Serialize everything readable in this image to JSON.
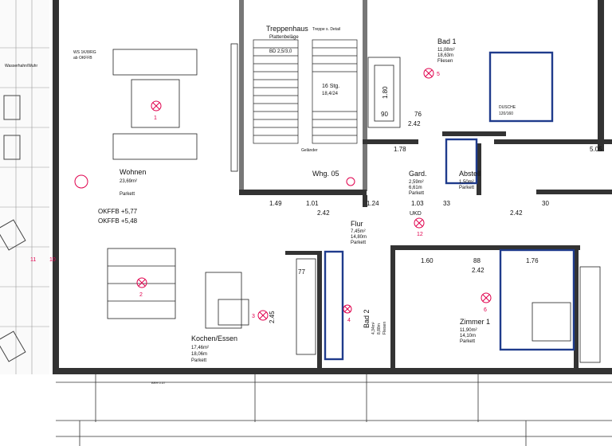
{
  "colors": {
    "wall": "#333333",
    "annotation_red": "#e0004d",
    "fixture_blue": "#1f3b8c",
    "background": "#ffffff"
  },
  "rooms": [
    {
      "name": "Wohnen",
      "area": "23,69m²",
      "perimeter": "Parkett"
    },
    {
      "name": "Kochen/Essen",
      "area": "17,46m²",
      "perimeter": "18,06m",
      "floor": "Parkett"
    },
    {
      "name": "Treppenhaus",
      "sub": "Plattenbeläge"
    },
    {
      "name": "Bad 1",
      "area": "11,08m²",
      "perimeter": "18,63m",
      "floor": "Fliesen"
    },
    {
      "name": "Gard.",
      "area": "2,59m²",
      "perimeter": "6,61m",
      "floor": "Parkett"
    },
    {
      "name": "Abstell",
      "area": "1,50m²",
      "floor": "Parkett"
    },
    {
      "name": "Flur",
      "area": "7,45m²",
      "perimeter": "14,80m",
      "floor": "Parkett"
    },
    {
      "name": "Bad 2",
      "area": "4,34m²",
      "perimeter": "8,88m",
      "floor": "Fliesen"
    },
    {
      "name": "Zimmer 1",
      "area": "11,90m²",
      "perimeter": "14,10m",
      "floor": "Parkett"
    }
  ],
  "labels": {
    "unit": "Whg. 05",
    "stairs": "16 Stg.",
    "stairs_ratio": "18,4/24",
    "bd": "BD 2,5/3,0",
    "dusche": "DUSCHE",
    "dusche_size": "120/160",
    "ukd": "UKD",
    "geländer": "Geländer",
    "wasserhahn": "Wasserhahn/Wuhr",
    "okffb1": "OKFFB +5,77",
    "okffb2": "OKFFB +5,48",
    "ws": "WS 1K/8/RG",
    "ab_okffb": "ab OKFFB",
    "brh": "BRH 0.37",
    "treppe_s": "Treppe s. Detail"
  },
  "dimensions": {
    "d1_49": "1.49",
    "d1_01": "1.01",
    "d2_42a": "2.42",
    "d1_24": "1.24",
    "d1_03": "1.03",
    "d33": "33",
    "d76": "76",
    "d2_42b": "2.42",
    "d1_78": "1.78",
    "d5_05": "5.05",
    "d90": "90",
    "d1_60": "1.60",
    "d88": "88",
    "d2_42c": "2.42",
    "d1_76": "1.76",
    "d2_42d": "2.42",
    "d30": "30",
    "d1_80": "1.80",
    "d2_45": "2.45",
    "d77": "77"
  },
  "marker_numbers": [
    "1",
    "2",
    "3",
    "4",
    "5",
    "6",
    "10",
    "11",
    "12"
  ]
}
